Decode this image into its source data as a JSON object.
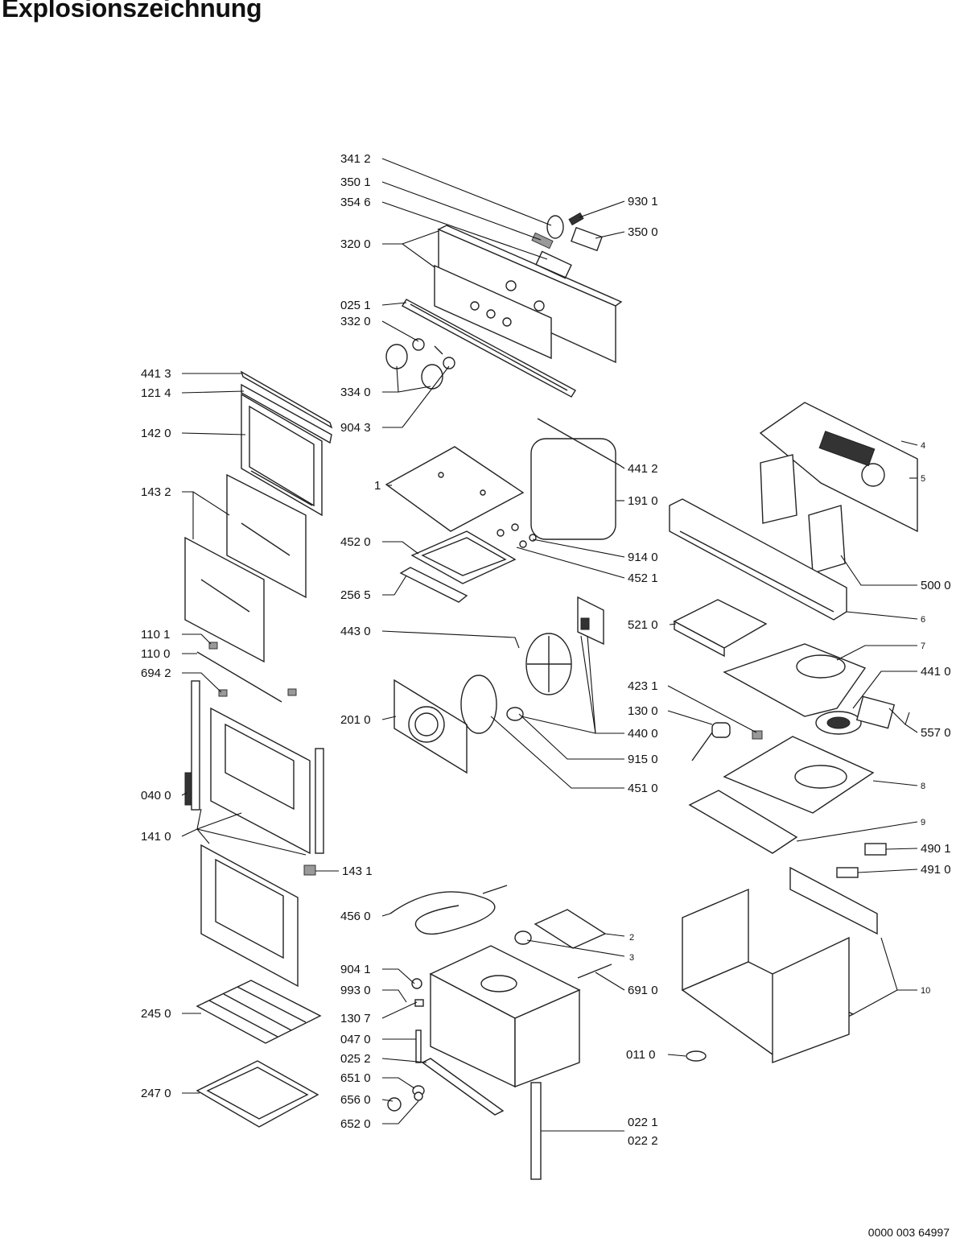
{
  "title": "Explosionszeichnung",
  "document_number": "0000 003 64997",
  "labels": {
    "l3412": "341 2",
    "l3501": "350 1",
    "l3546": "354 6",
    "l9301": "930 1",
    "l3500": "350 0",
    "l3200": "320 0",
    "l0251": "025 1",
    "l3320": "332 0",
    "l3340": "334 0",
    "l9043": "904 3",
    "l4413": "441 3",
    "l1214": "121 4",
    "l1420": "142 0",
    "l1432": "143 2",
    "l1": "1",
    "l4412": "441 2",
    "l1910": "191 0",
    "l4520": "452 0",
    "l9140": "914 0",
    "l4521": "452 1",
    "l2565": "256 5",
    "l4430": "443 0",
    "l1101": "110 1",
    "l1100": "110 0",
    "l6942": "694 2",
    "l2010": "201 0",
    "l4400": "440 0",
    "l9150": "915 0",
    "l4510": "451 0",
    "l0400": "040 0",
    "l1410": "141 0",
    "l1431": "143 1",
    "l4560": "456 0",
    "l2": "2",
    "l3": "3",
    "l9041": "904 1",
    "l9930": "993 0",
    "l1307": "130 7",
    "l0470": "047 0",
    "l0252": "025 2",
    "l6510": "651 0",
    "l6560": "656 0",
    "l6520": "652 0",
    "l2450": "245 0",
    "l2470": "247 0",
    "l6910": "691 0",
    "l0221": "022 1",
    "l0222": "022 2",
    "l4": "4",
    "l5": "5",
    "l5000": "500 0",
    "l6": "6",
    "l5210": "521 0",
    "l7": "7",
    "l4410": "441 0",
    "l4231": "423 1",
    "l1300": "130 0",
    "l5570": "557 0",
    "l8": "8",
    "l9": "9",
    "l4901": "490 1",
    "l4910": "491 0",
    "l10": "10",
    "l0110": "011 0"
  }
}
